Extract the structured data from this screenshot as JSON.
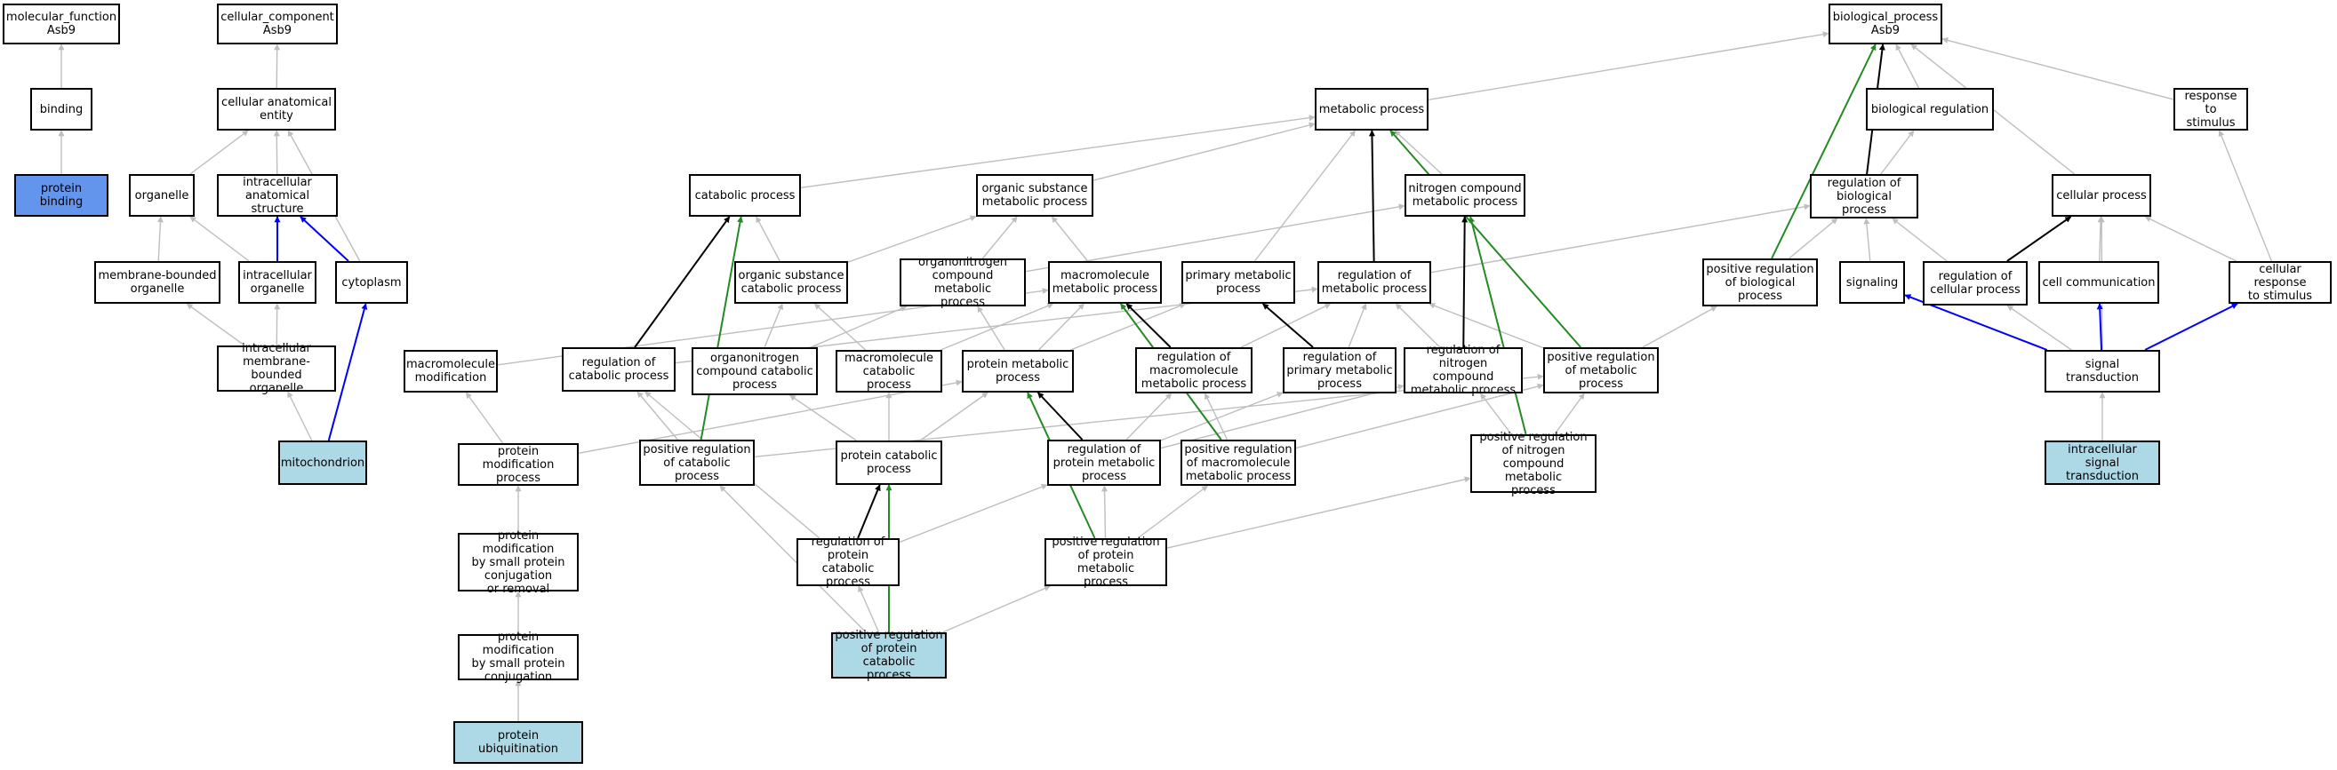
{
  "colors": {
    "edge_default": "#bebebe",
    "edge_black": "#000000",
    "edge_blue": "#0000ff",
    "edge_green": "#228b22",
    "node_fill": "#ffffff",
    "node_highlight": "#6495ed",
    "node_annotated": "#add8e6"
  },
  "nodes": {
    "mf_root": "molecular_function\nAsb9",
    "binding": "binding",
    "protein_binding": "protein binding",
    "cc_root": "cellular_component\nAsb9",
    "cellular_anatomical_entity": "cellular anatomical\nentity",
    "organelle": "organelle",
    "intracellular_anatomical_structure": "intracellular\nanatomical structure",
    "membrane_bounded_organelle": "membrane-bounded\norganelle",
    "intracellular_organelle": "intracellular\norganelle",
    "cytoplasm": "cytoplasm",
    "intracellular_membrane_bounded_organelle": "intracellular\nmembrane-bounded\norganelle",
    "mitochondrion": "mitochondrion",
    "macromolecule_modification": "macromolecule\nmodification",
    "protein_modification_process": "protein modification\nprocess",
    "protein_mod_small_conj_or_removal": "protein modification\nby small protein\nconjugation\nor removal",
    "protein_mod_small_conj": "protein modification\nby small protein\nconjugation",
    "protein_ubiquitination": "protein ubiquitination",
    "catabolic_process": "catabolic process",
    "organic_substance_metabolic_process": "organic substance\nmetabolic process",
    "metabolic_process": "metabolic process",
    "nitrogen_compound_metabolic_process": "nitrogen compound\nmetabolic process",
    "organic_substance_catabolic_process": "organic substance\ncatabolic process",
    "organonitrogen_compound_metabolic_process": "organonitrogen\ncompound metabolic\nprocess",
    "macromolecule_metabolic_process": "macromolecule\nmetabolic process",
    "primary_metabolic_process": "primary metabolic\nprocess",
    "regulation_of_metabolic_process": "regulation of\nmetabolic process",
    "regulation_of_catabolic_process": "regulation of\ncatabolic process",
    "organonitrogen_compound_catabolic_process": "organonitrogen\ncompound catabolic\nprocess",
    "macromolecule_catabolic_process": "macromolecule\ncatabolic process",
    "protein_metabolic_process": "protein metabolic\nprocess",
    "regulation_of_macromolecule_metabolic_process": "regulation of\nmacromolecule\nmetabolic process",
    "regulation_of_primary_metabolic_process": "regulation of\nprimary metabolic\nprocess",
    "regulation_of_nitrogen_compound_metabolic_process": "regulation of\nnitrogen compound\nmetabolic process",
    "positive_regulation_of_metabolic_process": "positive regulation\nof metabolic\nprocess",
    "positive_regulation_of_catabolic_process": "positive regulation\nof catabolic\nprocess",
    "protein_catabolic_process": "protein catabolic\nprocess",
    "regulation_of_protein_metabolic_process": "regulation of\nprotein metabolic\nprocess",
    "positive_regulation_of_macromolecule_metabolic_process": "positive regulation\nof macromolecule\nmetabolic process",
    "positive_regulation_of_nitrogen_compound_metabolic_process": "positive regulation\nof nitrogen\ncompound metabolic\nprocess",
    "regulation_of_protein_catabolic_process": "regulation of\nprotein catabolic\nprocess",
    "positive_regulation_of_protein_metabolic_process": "positive regulation\nof protein metabolic\nprocess",
    "positive_regulation_of_protein_catabolic_process": "positive regulation\nof protein catabolic\nprocess",
    "bp_root": "biological_process\nAsb9",
    "biological_regulation": "biological regulation",
    "response_to_stimulus": "response to\nstimulus",
    "regulation_of_biological_process": "regulation of\nbiological process",
    "cellular_process": "cellular process",
    "positive_regulation_of_biological_process": "positive regulation\nof biological\nprocess",
    "signaling": "signaling",
    "regulation_of_cellular_process": "regulation of\ncellular process",
    "cell_communication": "cell communication",
    "cellular_response_to_stimulus": "cellular response\nto stimulus",
    "signal_transduction": "signal transduction",
    "intracellular_signal_transduction": "intracellular\nsignal transduction"
  },
  "highlighted_nodes": [
    "protein_binding"
  ],
  "annotated_nodes": [
    "mitochondrion",
    "protein_ubiquitination",
    "positive_regulation_of_protein_catabolic_process",
    "intracellular_signal_transduction"
  ],
  "edges": [
    [
      "binding",
      "mf_root",
      "default"
    ],
    [
      "protein_binding",
      "binding",
      "default"
    ],
    [
      "cellular_anatomical_entity",
      "cc_root",
      "default"
    ],
    [
      "organelle",
      "cellular_anatomical_entity",
      "default"
    ],
    [
      "intracellular_anatomical_structure",
      "cellular_anatomical_entity",
      "default"
    ],
    [
      "cytoplasm",
      "cellular_anatomical_entity",
      "default"
    ],
    [
      "membrane_bounded_organelle",
      "organelle",
      "default"
    ],
    [
      "intracellular_organelle",
      "organelle",
      "default"
    ],
    [
      "intracellular_organelle",
      "intracellular_anatomical_structure",
      "blue"
    ],
    [
      "cytoplasm",
      "intracellular_anatomical_structure",
      "blue"
    ],
    [
      "intracellular_membrane_bounded_organelle",
      "membrane_bounded_organelle",
      "default"
    ],
    [
      "intracellular_membrane_bounded_organelle",
      "intracellular_organelle",
      "default"
    ],
    [
      "mitochondrion",
      "intracellular_membrane_bounded_organelle",
      "default"
    ],
    [
      "mitochondrion",
      "cytoplasm",
      "blue"
    ],
    [
      "protein_modification_process",
      "macromolecule_modification",
      "default"
    ],
    [
      "protein_mod_small_conj_or_removal",
      "protein_modification_process",
      "default"
    ],
    [
      "protein_mod_small_conj",
      "protein_mod_small_conj_or_removal",
      "default"
    ],
    [
      "protein_ubiquitination",
      "protein_mod_small_conj",
      "default"
    ],
    [
      "macromolecule_modification",
      "macromolecule_metabolic_process",
      "default"
    ],
    [
      "protein_modification_process",
      "protein_metabolic_process",
      "default"
    ],
    [
      "catabolic_process",
      "metabolic_process",
      "default"
    ],
    [
      "organic_substance_metabolic_process",
      "metabolic_process",
      "default"
    ],
    [
      "nitrogen_compound_metabolic_process",
      "metabolic_process",
      "default"
    ],
    [
      "primary_metabolic_process",
      "metabolic_process",
      "default"
    ],
    [
      "regulation_of_metabolic_process",
      "metabolic_process",
      "black"
    ],
    [
      "positive_regulation_of_metabolic_process",
      "metabolic_process",
      "green"
    ],
    [
      "metabolic_process",
      "bp_root",
      "default"
    ],
    [
      "organic_substance_catabolic_process",
      "catabolic_process",
      "default"
    ],
    [
      "organic_substance_catabolic_process",
      "organic_substance_metabolic_process",
      "default"
    ],
    [
      "organonitrogen_compound_metabolic_process",
      "organic_substance_metabolic_process",
      "default"
    ],
    [
      "organonitrogen_compound_metabolic_process",
      "nitrogen_compound_metabolic_process",
      "default"
    ],
    [
      "macromolecule_metabolic_process",
      "organic_substance_metabolic_process",
      "default"
    ],
    [
      "regulation_of_catabolic_process",
      "catabolic_process",
      "black"
    ],
    [
      "positive_regulation_of_catabolic_process",
      "catabolic_process",
      "green"
    ],
    [
      "organonitrogen_compound_catabolic_process",
      "organic_substance_catabolic_process",
      "default"
    ],
    [
      "organonitrogen_compound_catabolic_process",
      "organonitrogen_compound_metabolic_process",
      "default"
    ],
    [
      "macromolecule_catabolic_process",
      "organic_substance_catabolic_process",
      "default"
    ],
    [
      "macromolecule_catabolic_process",
      "macromolecule_metabolic_process",
      "default"
    ],
    [
      "protein_metabolic_process",
      "organonitrogen_compound_metabolic_process",
      "default"
    ],
    [
      "protein_metabolic_process",
      "macromolecule_metabolic_process",
      "default"
    ],
    [
      "protein_metabolic_process",
      "primary_metabolic_process",
      "default"
    ],
    [
      "regulation_of_macromolecule_metabolic_process",
      "macromolecule_metabolic_process",
      "black"
    ],
    [
      "regulation_of_macromolecule_metabolic_process",
      "regulation_of_metabolic_process",
      "default"
    ],
    [
      "regulation_of_primary_metabolic_process",
      "primary_metabolic_process",
      "black"
    ],
    [
      "regulation_of_primary_metabolic_process",
      "regulation_of_metabolic_process",
      "default"
    ],
    [
      "regulation_of_nitrogen_compound_metabolic_process",
      "nitrogen_compound_metabolic_process",
      "black"
    ],
    [
      "regulation_of_nitrogen_compound_metabolic_process",
      "regulation_of_metabolic_process",
      "default"
    ],
    [
      "regulation_of_catabolic_process",
      "regulation_of_metabolic_process",
      "default"
    ],
    [
      "regulation_of_metabolic_process",
      "regulation_of_biological_process",
      "default"
    ],
    [
      "positive_regulation_of_metabolic_process",
      "regulation_of_metabolic_process",
      "default"
    ],
    [
      "positive_regulation_of_metabolic_process",
      "positive_regulation_of_biological_process",
      "default"
    ],
    [
      "protein_catabolic_process",
      "organonitrogen_compound_catabolic_process",
      "default"
    ],
    [
      "protein_catabolic_process",
      "macromolecule_catabolic_process",
      "default"
    ],
    [
      "protein_catabolic_process",
      "protein_metabolic_process",
      "default"
    ],
    [
      "positive_regulation_of_catabolic_process",
      "regulation_of_catabolic_process",
      "default"
    ],
    [
      "positive_regulation_of_catabolic_process",
      "positive_regulation_of_metabolic_process",
      "default"
    ],
    [
      "regulation_of_protein_metabolic_process",
      "protein_metabolic_process",
      "black"
    ],
    [
      "regulation_of_protein_metabolic_process",
      "regulation_of_macromolecule_metabolic_process",
      "default"
    ],
    [
      "regulation_of_protein_metabolic_process",
      "regulation_of_primary_metabolic_process",
      "default"
    ],
    [
      "regulation_of_protein_metabolic_process",
      "regulation_of_nitrogen_compound_metabolic_process",
      "default"
    ],
    [
      "positive_regulation_of_macromolecule_metabolic_process",
      "macromolecule_metabolic_process",
      "green"
    ],
    [
      "positive_regulation_of_macromolecule_metabolic_process",
      "regulation_of_macromolecule_metabolic_process",
      "default"
    ],
    [
      "positive_regulation_of_macromolecule_metabolic_process",
      "positive_regulation_of_metabolic_process",
      "default"
    ],
    [
      "positive_regulation_of_nitrogen_compound_metabolic_process",
      "nitrogen_compound_metabolic_process",
      "green"
    ],
    [
      "positive_regulation_of_nitrogen_compound_metabolic_process",
      "regulation_of_nitrogen_compound_metabolic_process",
      "default"
    ],
    [
      "positive_regulation_of_nitrogen_compound_metabolic_process",
      "positive_regulation_of_metabolic_process",
      "default"
    ],
    [
      "regulation_of_protein_catabolic_process",
      "protein_catabolic_process",
      "black"
    ],
    [
      "regulation_of_protein_catabolic_process",
      "regulation_of_catabolic_process",
      "default"
    ],
    [
      "regulation_of_protein_catabolic_process",
      "regulation_of_protein_metabolic_process",
      "default"
    ],
    [
      "positive_regulation_of_protein_metabolic_process",
      "protein_metabolic_process",
      "green"
    ],
    [
      "positive_regulation_of_protein_metabolic_process",
      "regulation_of_protein_metabolic_process",
      "default"
    ],
    [
      "positive_regulation_of_protein_metabolic_process",
      "positive_regulation_of_macromolecule_metabolic_process",
      "default"
    ],
    [
      "positive_regulation_of_protein_metabolic_process",
      "positive_regulation_of_nitrogen_compound_metabolic_process",
      "default"
    ],
    [
      "positive_regulation_of_protein_catabolic_process",
      "protein_catabolic_process",
      "green"
    ],
    [
      "positive_regulation_of_protein_catabolic_process",
      "regulation_of_protein_catabolic_process",
      "default"
    ],
    [
      "positive_regulation_of_protein_catabolic_process",
      "positive_regulation_of_catabolic_process",
      "default"
    ],
    [
      "positive_regulation_of_protein_catabolic_process",
      "positive_regulation_of_protein_metabolic_process",
      "default"
    ],
    [
      "biological_regulation",
      "bp_root",
      "default"
    ],
    [
      "response_to_stimulus",
      "bp_root",
      "default"
    ],
    [
      "cellular_process",
      "bp_root",
      "default"
    ],
    [
      "regulation_of_biological_process",
      "bp_root",
      "black"
    ],
    [
      "regulation_of_biological_process",
      "biological_regulation",
      "default"
    ],
    [
      "positive_regulation_of_biological_process",
      "bp_root",
      "green"
    ],
    [
      "positive_regulation_of_biological_process",
      "regulation_of_biological_process",
      "default"
    ],
    [
      "signaling",
      "regulation_of_biological_process",
      "default"
    ],
    [
      "regulation_of_cellular_process",
      "regulation_of_biological_process",
      "default"
    ],
    [
      "regulation_of_cellular_process",
      "cellular_process",
      "black"
    ],
    [
      "cell_communication",
      "cellular_process",
      "default"
    ],
    [
      "cellular_response_to_stimulus",
      "cellular_process",
      "default"
    ],
    [
      "cellular_response_to_stimulus",
      "response_to_stimulus",
      "default"
    ],
    [
      "signal_transduction",
      "signaling",
      "blue"
    ],
    [
      "signal_transduction",
      "regulation_of_cellular_process",
      "default"
    ],
    [
      "signal_transduction",
      "cell_communication",
      "blue"
    ],
    [
      "signal_transduction",
      "cellular_response_to_stimulus",
      "blue"
    ],
    [
      "signal_transduction",
      "cellular_process",
      "default"
    ],
    [
      "intracellular_signal_transduction",
      "signal_transduction",
      "default"
    ]
  ]
}
